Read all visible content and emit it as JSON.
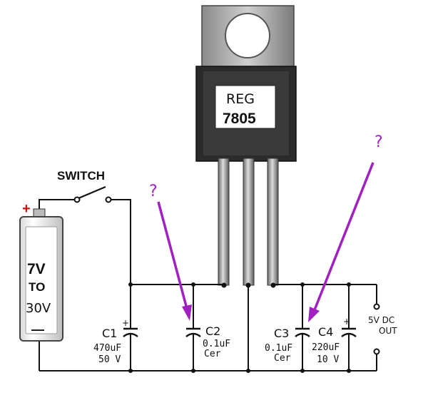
{
  "regulator": {
    "line1": "REG",
    "line2": "7805"
  },
  "switch": {
    "label": "SWITCH"
  },
  "battery": {
    "plus": "+",
    "line1": "7V",
    "line2": "TO",
    "line3": "30V",
    "minus": "—"
  },
  "capacitors": [
    {
      "name": "C1",
      "value": "470uF",
      "rating": "50 V",
      "polarity": "+"
    },
    {
      "name": "C2",
      "value": "0.1uF",
      "rating": "Cer"
    },
    {
      "name": "C3",
      "value": "0.1uF",
      "rating": "Cer"
    },
    {
      "name": "C4",
      "value": "220uF",
      "rating": "10 V",
      "polarity": "+"
    }
  ],
  "output": {
    "line1": "5V DC",
    "line2": "OUT"
  },
  "annotations": {
    "left_mark": "?",
    "right_mark": "?"
  },
  "colors": {
    "annotation": "#a020c0",
    "battery_plus": "#d01010",
    "wire": "#111111"
  }
}
